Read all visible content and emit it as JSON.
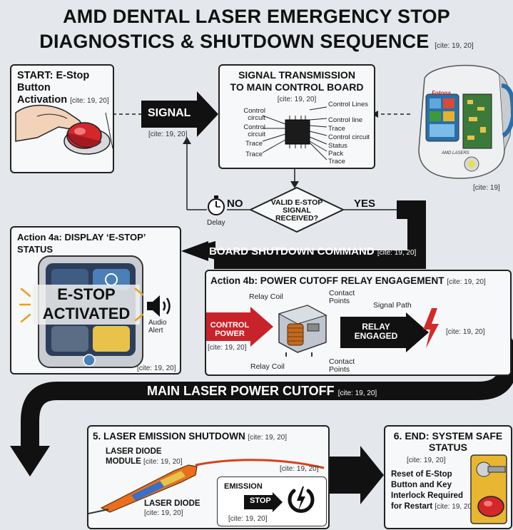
{
  "title": {
    "line1": "AMD DENTAL LASER EMERGENCY STOP",
    "line2": "DIAGNOSTICS & SHUTDOWN SEQUENCE",
    "cite": "[cite: 19, 20]"
  },
  "start": {
    "title_line1": "START: E-Stop Button",
    "title_line2": "Activation",
    "cite": "[cite: 19, 20]"
  },
  "signal_arrow": {
    "label": "SIGNAL",
    "cite": "[cite: 19, 20]"
  },
  "transmission": {
    "title_line1": "SIGNAL TRANSMISSION",
    "title_line2": "TO MAIN CONTROL BOARD",
    "cite": "[cite: 19, 20]",
    "left_labels": [
      "Control circuit",
      "Control circuit",
      "Trace",
      "Trace"
    ],
    "right_labels": [
      "Control Lines",
      "Control line",
      "Trace",
      "Control circuit",
      "Status",
      "Pack",
      "Trace"
    ]
  },
  "device": {
    "cite": "[cite: 19]",
    "brand": "Fotona",
    "side_text": "AMD LASERS",
    "colors": {
      "body": "#eef0f2",
      "screen": "#2a6fa8",
      "accent": "#3d9a3a"
    }
  },
  "decision": {
    "text_line1": "VALID E-STOP",
    "text_line2": "SIGNAL",
    "text_line3": "RECEIVED?",
    "no_label": "NO",
    "yes_label": "YES",
    "delay_label": "Delay",
    "timer_icon": "stopwatch-icon"
  },
  "board_cmd": {
    "label": "BOARD SHUTDOWN COMMAND",
    "cite": "[cite: 19, 20]"
  },
  "action4a": {
    "title": "Action 4a: DISPLAY ‘E-STOP’ STATUS",
    "screen_line1": "E-STOP",
    "screen_line2": "ACTIVATED",
    "audio_line1": "Audio",
    "audio_line2": "Alert",
    "cite": "[cite: 19, 20]"
  },
  "action4b": {
    "title": "Action 4b: POWER CUTOFF RELAY ENGAGEMENT",
    "cite": "[cite: 19, 20]",
    "relay_coil_top": "Relay Coil",
    "relay_coil_bottom": "Relay Coil",
    "contact_top_line1": "Contact",
    "contact_top_line2": "Points",
    "contact_bottom_line1": "Contact",
    "contact_bottom_line2": "Points",
    "signal_path": "Signal Path",
    "control_power_line1": "CONTROL",
    "control_power_line2": "POWER",
    "control_power_cite": "[cite: 19, 20]",
    "relay_engaged_line1": "RELAY",
    "relay_engaged_line2": "ENGAGED",
    "right_cite": "[cite: 19, 20]",
    "colors": {
      "control_power": "#c8232a"
    }
  },
  "cutoff": {
    "label": "MAIN LASER POWER CUTOFF",
    "cite": "[cite: 19, 20]"
  },
  "step5": {
    "title": "5. LASER EMISSION SHUTDOWN",
    "cite": "[cite: 19, 20]",
    "module_line1": "LASER DIODE",
    "module_line2": "MODULE",
    "module_cite": "[cite: 19, 20]",
    "fiber_cite": "[cite: 19, 20]",
    "diode_label": "LASER DIODE",
    "diode_cite": "[cite: 19, 20]",
    "emission_label": "EMISSION",
    "stop_label": "STOP",
    "emission_cite": "[cite: 19, 20]"
  },
  "step6": {
    "title_line1": "6. END: SYSTEM SAFE",
    "title_line2": "STATUS",
    "cite": "[cite: 19, 20]",
    "text_line1": "Reset of E-Stop",
    "text_line2": "Button and Key",
    "text_line3": "Interlock Required",
    "text_line4": "for Restart",
    "text_cite": "[cite: 19, 20]"
  }
}
